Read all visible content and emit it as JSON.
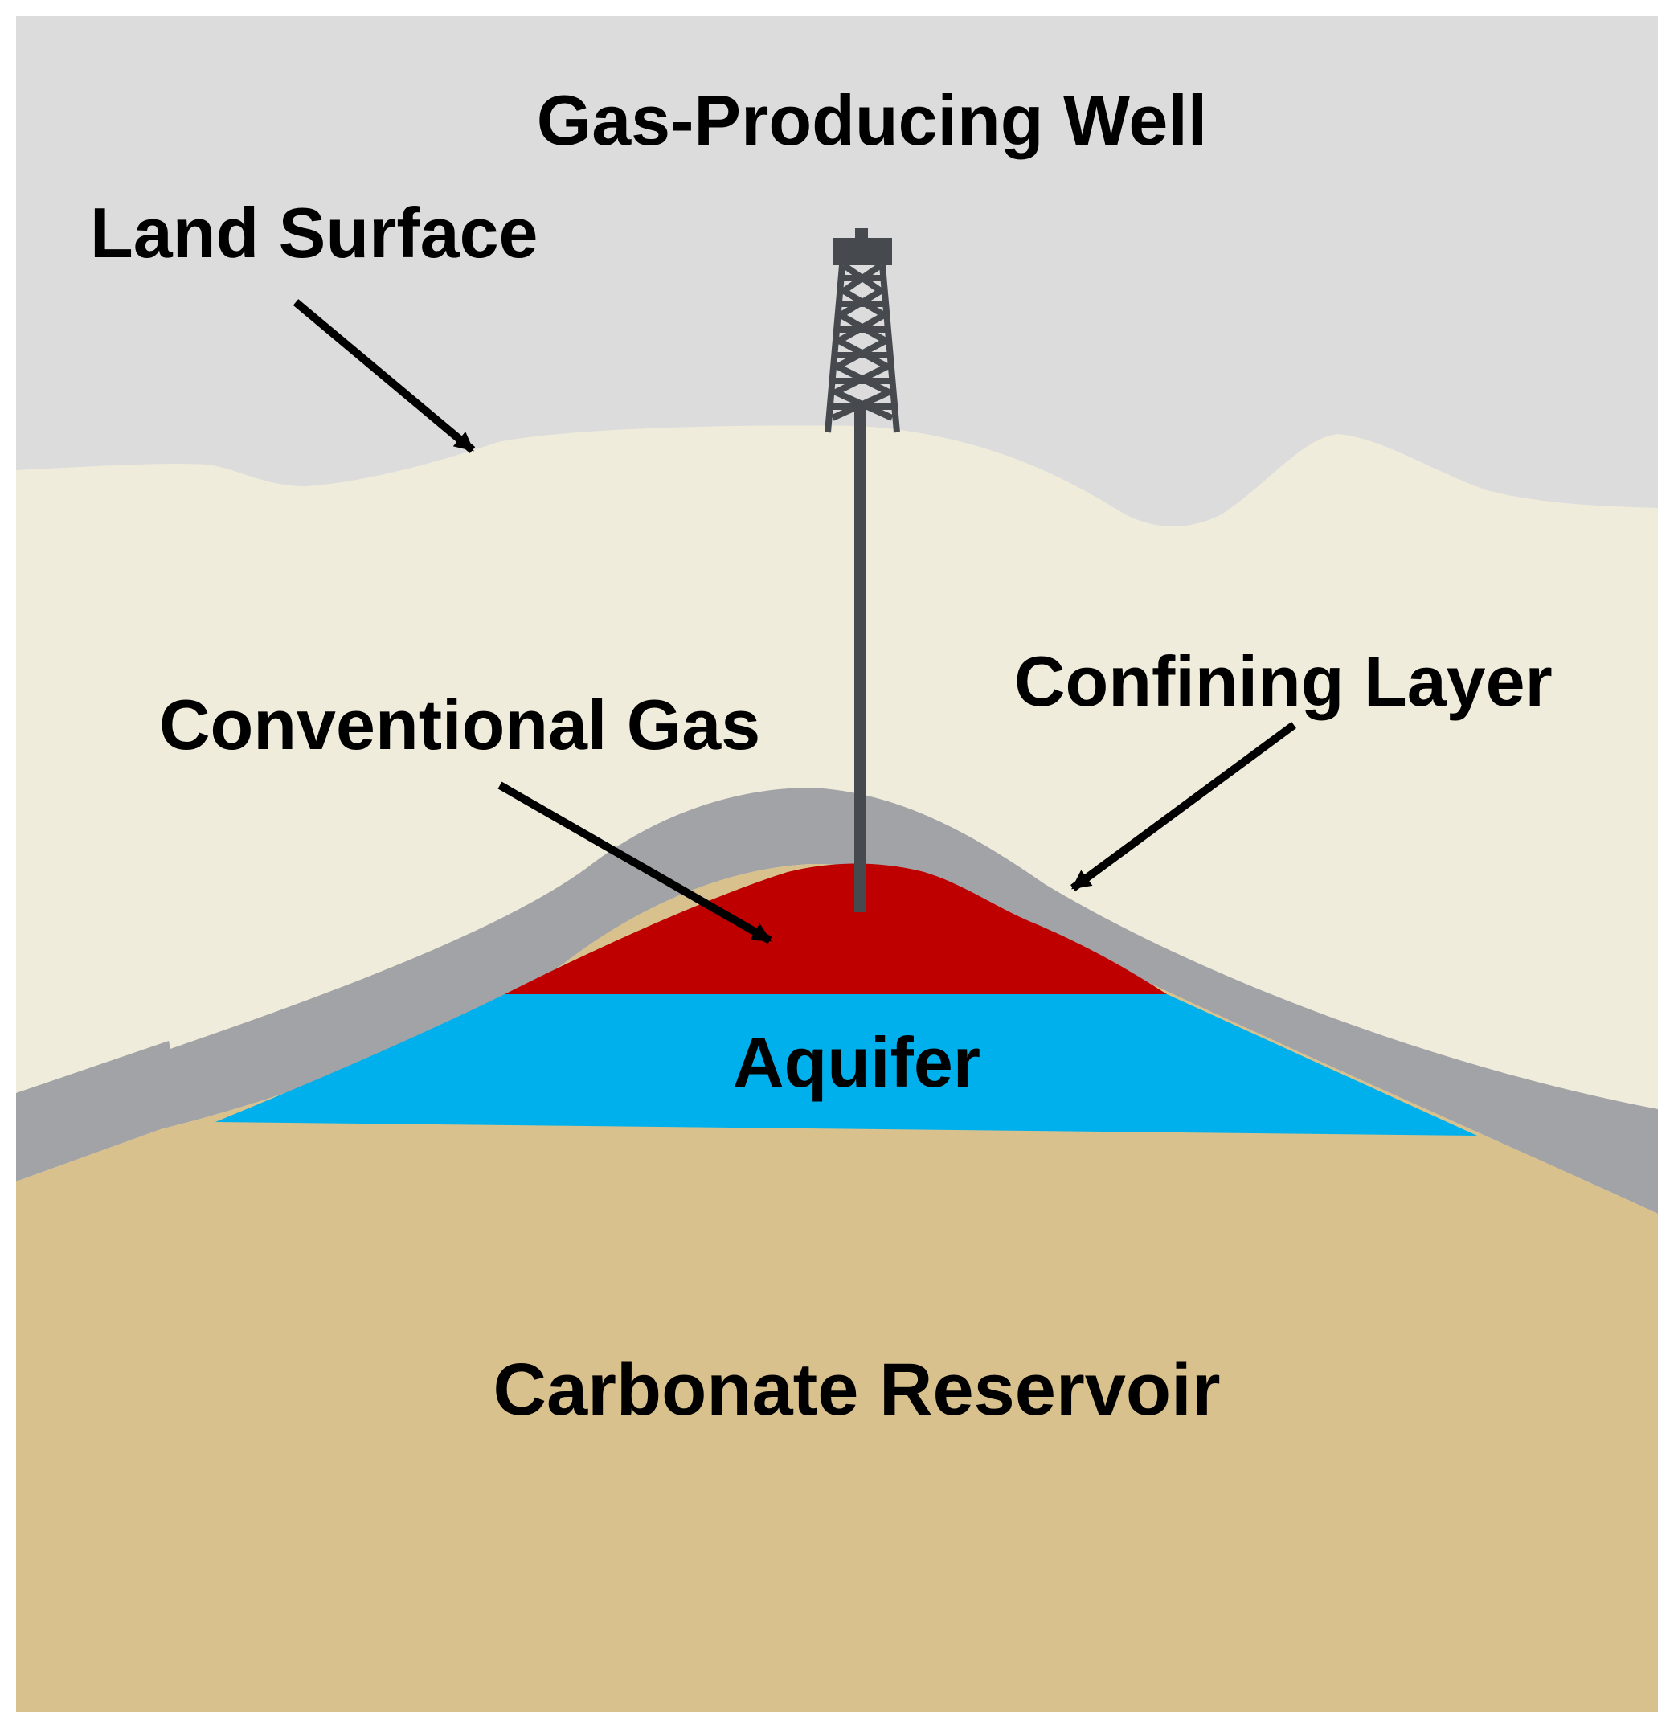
{
  "labels": {
    "well": "Gas-Producing Well",
    "land_surface": "Land Surface",
    "confining_layer": "Confining Layer",
    "conventional_gas": "Conventional Gas",
    "aquifer": "Aquifer",
    "carbonate_reservoir": "Carbonate Reservoir"
  },
  "colors": {
    "sky": "#dcdcdc",
    "overburden": "#f0ecdc",
    "confining_layer": "#a2a3a6",
    "gas": "#bf0000",
    "aquifer": "#00b0ec",
    "carbonate": "#d8c18d",
    "well": "#464a4e",
    "arrow": "#000000"
  }
}
